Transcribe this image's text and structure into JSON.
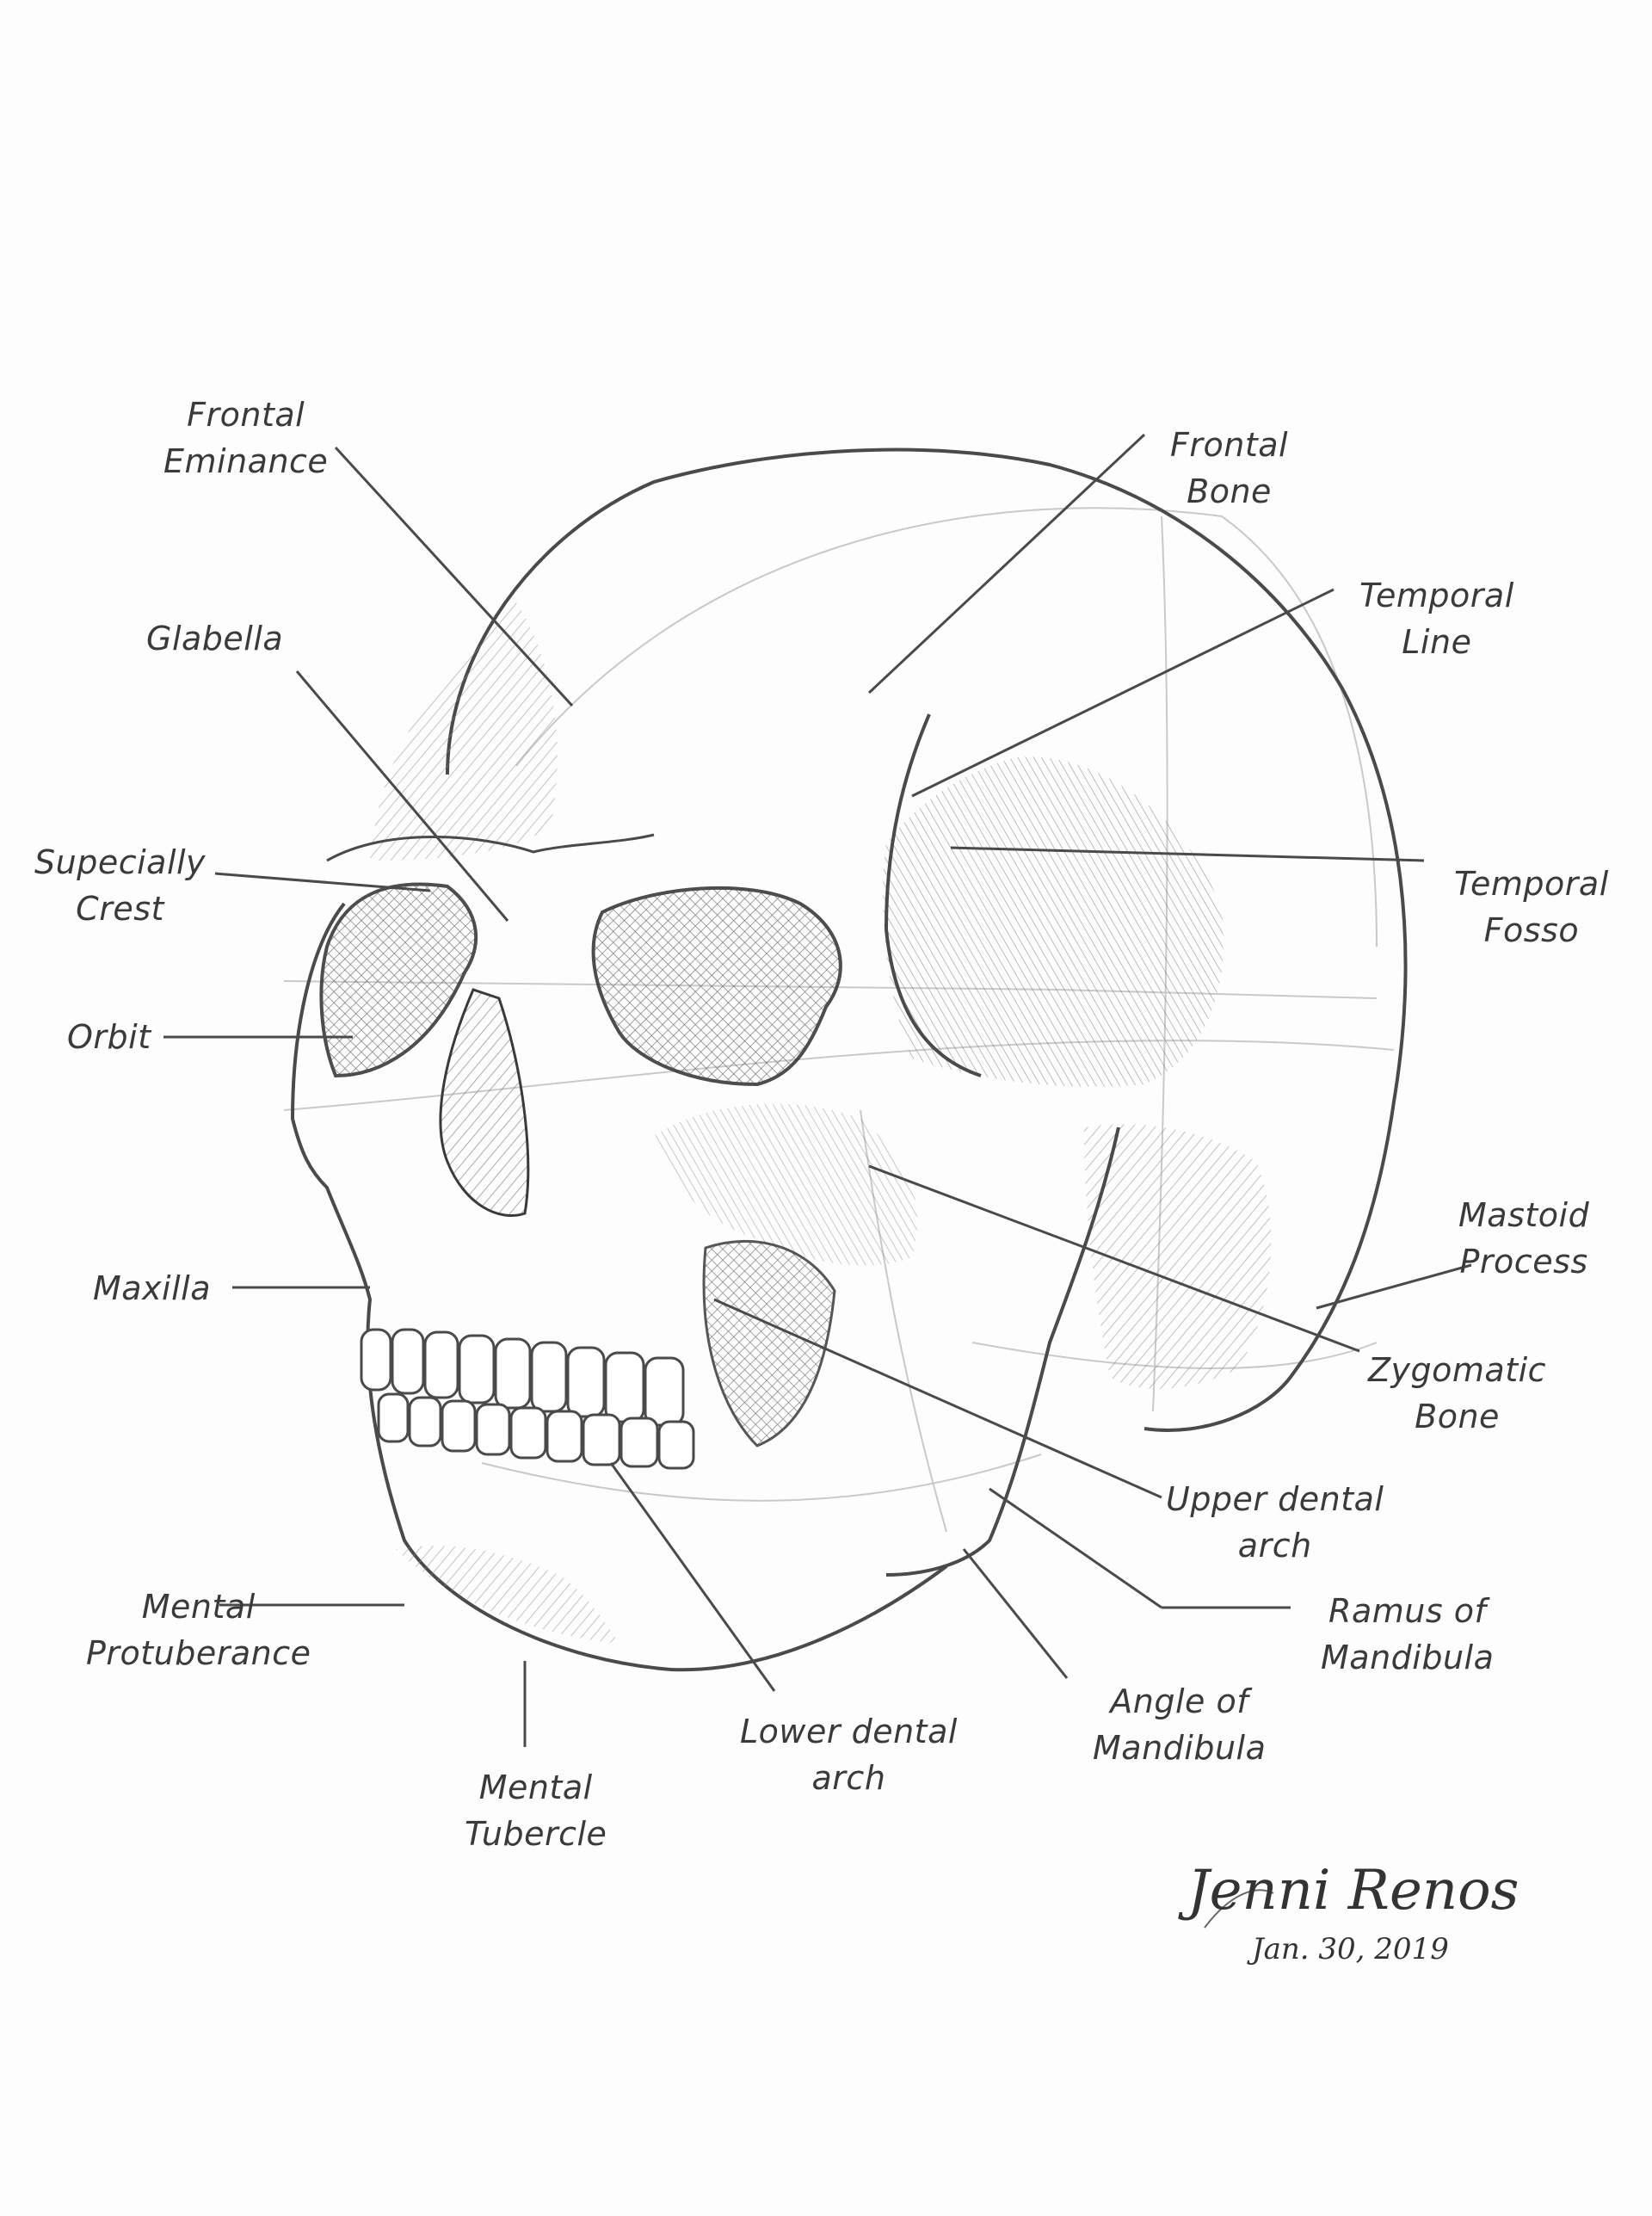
{
  "labels": {
    "frontal_eminance": [
      "Frontal",
      "Eminance"
    ],
    "glabella": [
      "Glabella"
    ],
    "supecially_crest": [
      "Supecially",
      "Crest"
    ],
    "orbit": [
      "Orbit"
    ],
    "maxilla": [
      "Maxilla"
    ],
    "mental_protuberance": [
      "Mental",
      "Protuberance"
    ],
    "mental_tubercle": [
      "Mental",
      "Tubercle"
    ],
    "lower_dental_arch": [
      "Lower dental",
      "arch"
    ],
    "angle_of_mandibula": [
      "Angle of",
      "Mandibula"
    ],
    "ramus_of_mandibula": [
      "Ramus of",
      "Mandibula"
    ],
    "upper_dental_arch": [
      "Upper dental",
      "arch"
    ],
    "zygomatic_bone": [
      "Zygomatic",
      "Bone"
    ],
    "mastoid_process": [
      "Mastoid",
      "Process"
    ],
    "temporal_fosso": [
      "Temporal",
      "Fosso"
    ],
    "temporal_line": [
      "Temporal",
      "Line"
    ],
    "frontal_bone": [
      "Frontal",
      "Bone"
    ]
  },
  "signature": {
    "name": "Jenni Renos",
    "date": "Jan. 30, 2019"
  },
  "colors": {
    "paper": "#fdfdfd",
    "pencil": "#4a4a4a",
    "shade": "#8a8a8a"
  }
}
